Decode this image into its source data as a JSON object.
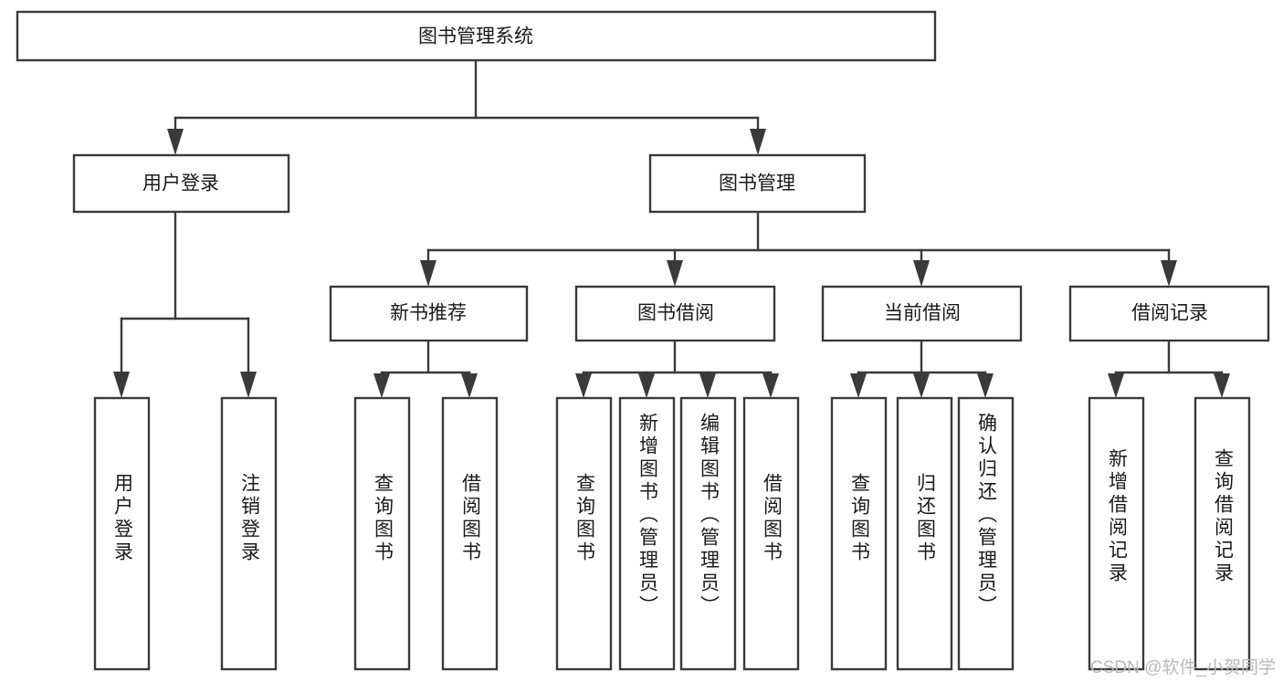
{
  "diagram": {
    "type": "hierarchy-tree",
    "title": "图书管理系统",
    "watermark": "CSDN @软件_小贺同学",
    "colors": {
      "box_stroke": "#3a3a3a",
      "box_fill": "#ffffff",
      "connector": "#3a3a3a",
      "text": "#1a1a1a",
      "watermark": "#b9b9b9",
      "background": "#ffffff"
    },
    "levels": [
      {
        "level": 1,
        "nodes": [
          {
            "id": "root",
            "label": "图书管理系统",
            "orientation": "horizontal"
          }
        ]
      },
      {
        "level": 2,
        "nodes": [
          {
            "id": "user-login",
            "label": "用户登录",
            "orientation": "horizontal",
            "parent": "root"
          },
          {
            "id": "book-manage",
            "label": "图书管理",
            "orientation": "horizontal",
            "parent": "root"
          }
        ]
      },
      {
        "level": 3,
        "nodes": [
          {
            "id": "new-book-rec",
            "label": "新书推荐",
            "orientation": "horizontal",
            "parent": "book-manage"
          },
          {
            "id": "book-borrow",
            "label": "图书借阅",
            "orientation": "horizontal",
            "parent": "book-manage"
          },
          {
            "id": "current-borrow",
            "label": "当前借阅",
            "orientation": "horizontal",
            "parent": "book-manage"
          },
          {
            "id": "borrow-record",
            "label": "借阅记录",
            "orientation": "horizontal",
            "parent": "book-manage"
          }
        ]
      },
      {
        "level": 4,
        "nodes": [
          {
            "id": "leaf-user-login",
            "label": "用户登录",
            "orientation": "vertical",
            "parent": "user-login"
          },
          {
            "id": "leaf-logout",
            "label": "注销登录",
            "orientation": "vertical",
            "parent": "user-login"
          },
          {
            "id": "leaf-query-book-1",
            "label": "查询图书",
            "orientation": "vertical",
            "parent": "new-book-rec"
          },
          {
            "id": "leaf-borrow-book-1",
            "label": "借阅图书",
            "orientation": "vertical",
            "parent": "new-book-rec"
          },
          {
            "id": "leaf-query-book-2",
            "label": "查询图书",
            "orientation": "vertical",
            "parent": "book-borrow"
          },
          {
            "id": "leaf-add-book",
            "label": "新增图书（管理员）",
            "orientation": "vertical",
            "parent": "book-borrow"
          },
          {
            "id": "leaf-edit-book",
            "label": "编辑图书（管理员）",
            "orientation": "vertical",
            "parent": "book-borrow"
          },
          {
            "id": "leaf-borrow-book-2",
            "label": "借阅图书",
            "orientation": "vertical",
            "parent": "book-borrow"
          },
          {
            "id": "leaf-query-book-3",
            "label": "查询图书",
            "orientation": "vertical",
            "parent": "current-borrow"
          },
          {
            "id": "leaf-return-book",
            "label": "归还图书",
            "orientation": "vertical",
            "parent": "current-borrow"
          },
          {
            "id": "leaf-confirm-return",
            "label": "确认归还（管理员）",
            "orientation": "vertical",
            "parent": "current-borrow"
          },
          {
            "id": "leaf-add-record",
            "label": "新增借阅记录",
            "orientation": "vertical",
            "parent": "borrow-record"
          },
          {
            "id": "leaf-query-record",
            "label": "查询借阅记录",
            "orientation": "vertical",
            "parent": "borrow-record"
          }
        ]
      }
    ]
  }
}
